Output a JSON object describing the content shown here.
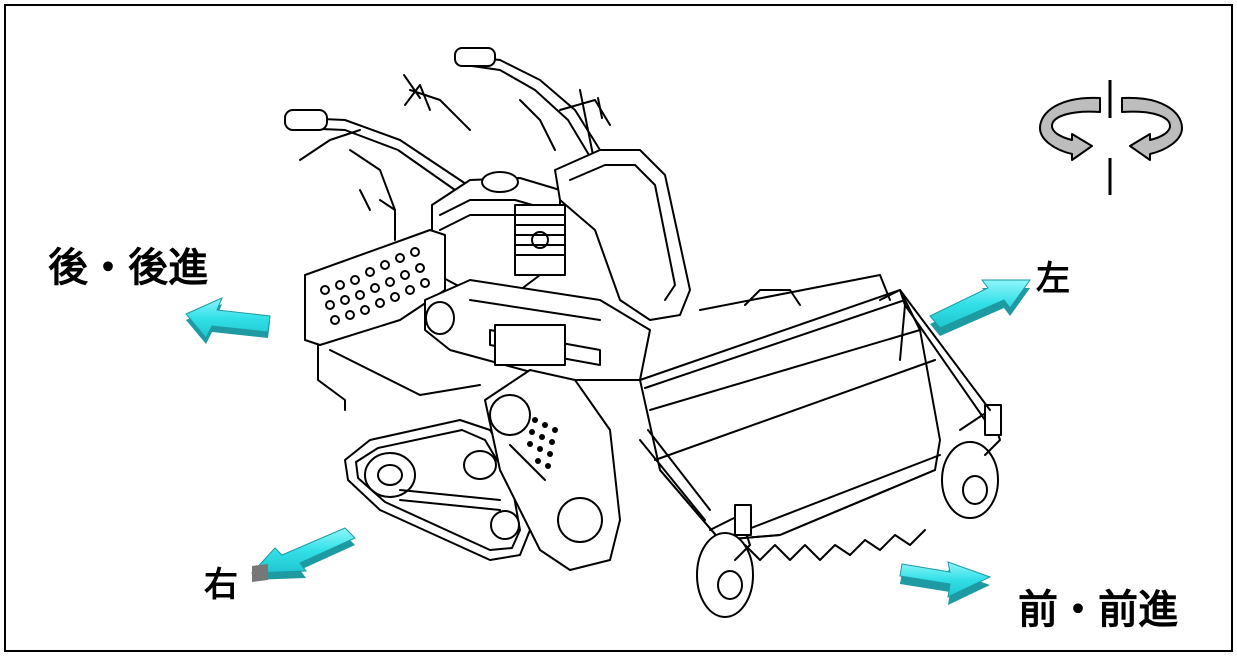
{
  "labels": {
    "back": "後・後進",
    "left": "左",
    "right": "右",
    "front": "前・前進"
  },
  "icons": {
    "rotation": "rotate-both-directions-icon",
    "machine": "crawler-mower-icon"
  },
  "colors": {
    "arrow_face": "#33e0e8",
    "arrow_side": "#1e9aa3",
    "arrow_stripe": "#777777",
    "rotation_fill": "#bdbdbd",
    "line": "#000000"
  }
}
